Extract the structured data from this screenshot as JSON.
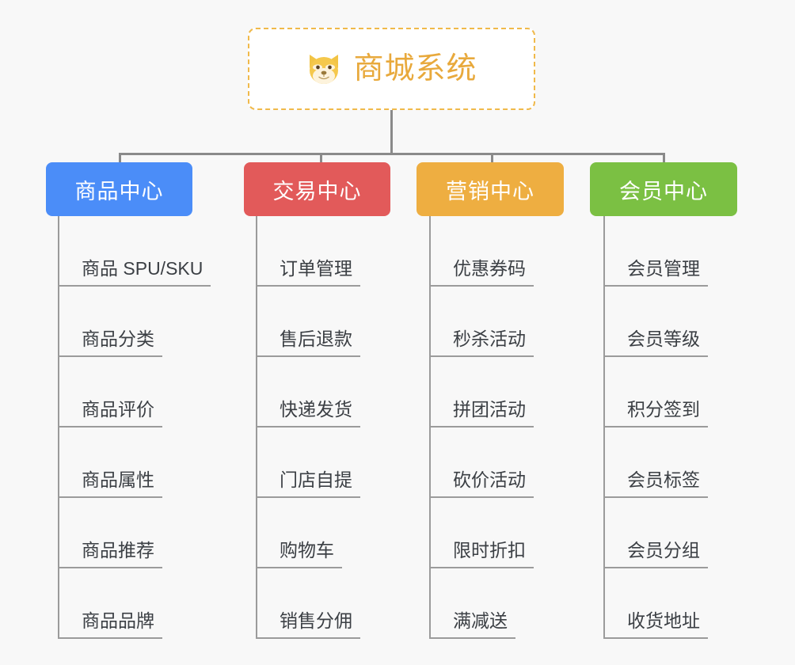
{
  "background_color": "#f8f8f8",
  "root": {
    "title": "商城系统",
    "icon": "dog-face-icon",
    "text_color": "#e8a93c",
    "border_color": "#f0b94a",
    "background_color": "#ffffff"
  },
  "connector_color": "#8a8a8a",
  "columns": [
    {
      "title": "商品中心",
      "color": "#4b8df8",
      "items": [
        "商品 SPU/SKU",
        "商品分类",
        "商品评价",
        "商品属性",
        "商品推荐",
        "商品品牌"
      ]
    },
    {
      "title": "交易中心",
      "color": "#e25a5a",
      "items": [
        "订单管理",
        "售后退款",
        "快递发货",
        "门店自提",
        "购物车",
        "销售分佣"
      ]
    },
    {
      "title": "营销中心",
      "color": "#eeae41",
      "items": [
        "优惠券码",
        "秒杀活动",
        "拼团活动",
        "砍价活动",
        "限时折扣",
        "满减送"
      ]
    },
    {
      "title": "会员中心",
      "color": "#7bc043",
      "items": [
        "会员管理",
        "会员等级",
        "积分签到",
        "会员标签",
        "会员分组",
        "收货地址"
      ]
    }
  ]
}
